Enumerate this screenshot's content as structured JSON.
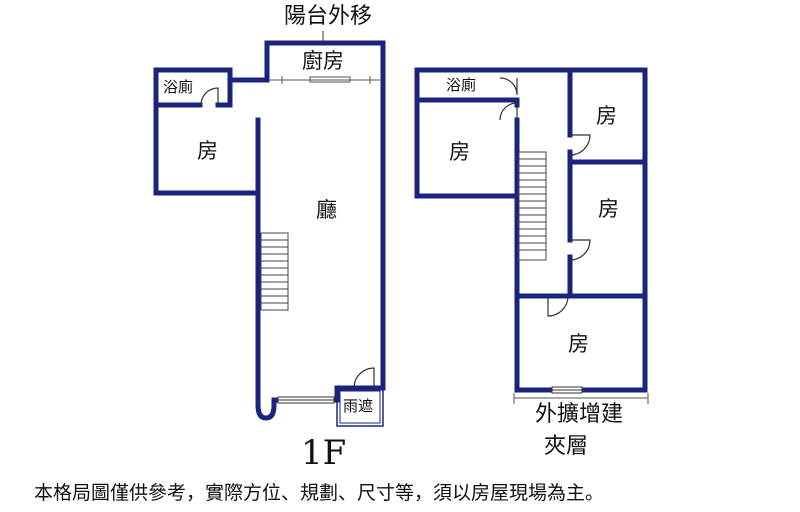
{
  "colors": {
    "wall": "#1a237e",
    "text": "#111111",
    "background": "#ffffff"
  },
  "labels": {
    "balcony_note": "陽台外移",
    "kitchen": "廚房",
    "bath_1f": "浴廁",
    "bedroom_1f": "房",
    "living": "廳",
    "canopy": "雨遮",
    "floor_1f": "1F",
    "bath_mezz": "浴廁",
    "bedroom_mezz_left": "房",
    "bedroom_mezz_right_top": "房",
    "bedroom_mezz_right_mid": "房",
    "bedroom_mezz_bottom": "房",
    "extension_note": "外擴增建",
    "mezzanine": "夾層"
  },
  "disclaimer": "本格局圖僅供參考，實際方位、規劃、尺寸等，須以房屋現場為主。"
}
